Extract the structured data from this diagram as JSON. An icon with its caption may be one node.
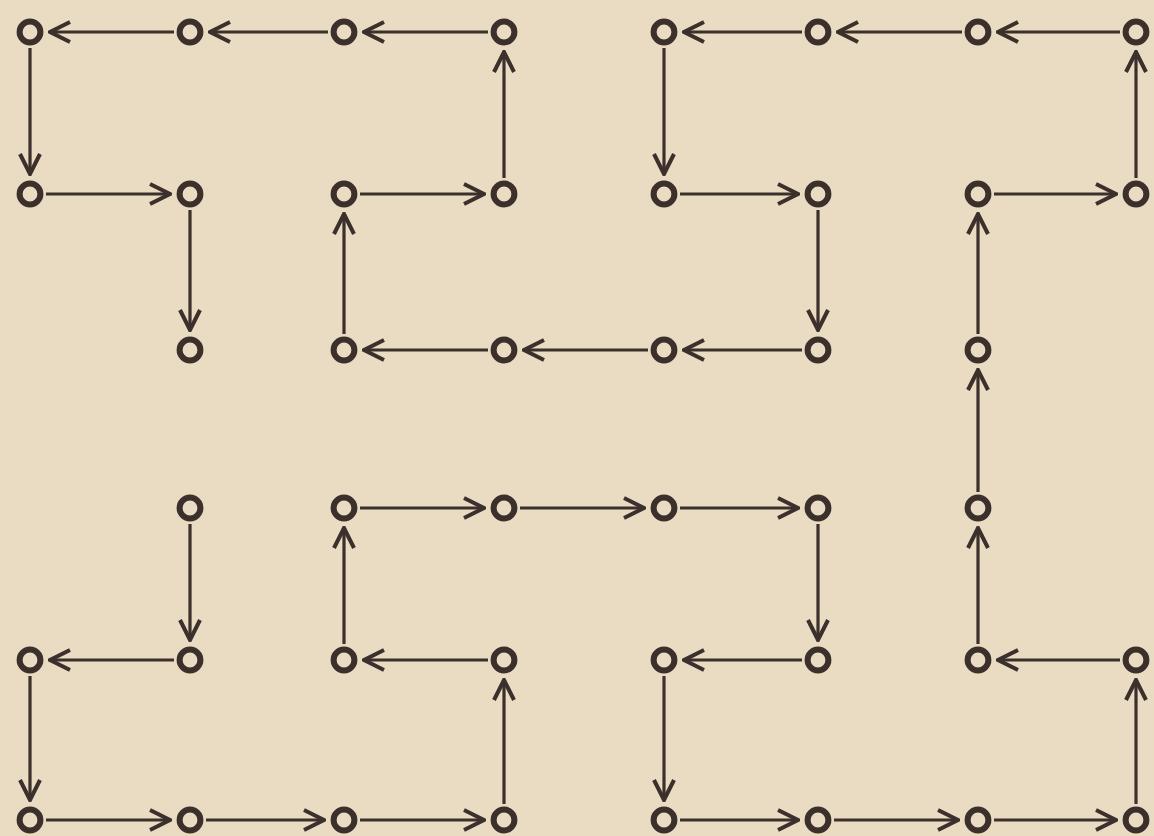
{
  "diagram": {
    "nodes": [
      {
        "text": [],
        "shape": "circle"
      },
      {
        "text": [],
        "shape": "circle"
      },
      {
        "text": [],
        "shape": "circle"
      },
      {
        "text": [],
        "shape": "circle"
      },
      {
        "text": [],
        "shape": "circle"
      },
      {
        "text": [],
        "shape": "circle"
      },
      {
        "text": [],
        "shape": "circle"
      },
      {
        "text": [],
        "shape": "circle"
      },
      {
        "text": [],
        "shape": "circle"
      },
      {
        "text": [],
        "shape": "circle"
      },
      {
        "text": [],
        "shape": "circle"
      },
      {
        "text": [],
        "shape": "circle"
      },
      {
        "text": [],
        "shape": "circle"
      },
      {
        "text": [],
        "shape": "circle"
      },
      {
        "text": [],
        "shape": "circle"
      },
      {
        "text": [],
        "shape": "circle"
      },
      {
        "text": [],
        "shape": "circle"
      },
      {
        "text": [],
        "shape": "circle"
      },
      {
        "text": [],
        "shape": "circle"
      },
      {
        "text": [],
        "shape": "circle"
      },
      {
        "text": [],
        "shape": "circle"
      },
      {
        "text": [],
        "shape": "circle"
      },
      {
        "text": [],
        "shape": "circle"
      },
      {
        "text": [],
        "shape": "circle"
      },
      {
        "text": [],
        "shape": "circle"
      },
      {
        "text": [],
        "shape": "circle"
      },
      {
        "text": [],
        "shape": "circle"
      },
      {
        "text": [],
        "shape": "circle"
      },
      {
        "text": [],
        "shape": "circle"
      },
      {
        "text": [],
        "shape": "circle"
      },
      {
        "text": [],
        "shape": "circle"
      },
      {
        "text": [],
        "shape": "circle"
      },
      {
        "text": [],
        "shape": "circle"
      },
      {
        "text": [],
        "shape": "circle"
      },
      {
        "text": [],
        "shape": "circle"
      },
      {
        "text": [],
        "shape": "circle"
      },
      {
        "text": [],
        "shape": "circle"
      },
      {
        "text": [],
        "shape": "circle"
      },
      {
        "text": [],
        "shape": "circle"
      },
      {
        "text": [],
        "shape": "circle"
      },
      {
        "text": [],
        "shape": "circle"
      },
      {
        "text": [],
        "shape": "circle"
      },
      {
        "text": [],
        "shape": "circle"
      },
      {
        "text": [],
        "shape": "circle"
      }
    ],
    "edges": [
      {
        "from": 1,
        "to": 0,
        "arrow": "to"
      },
      {
        "from": 2,
        "to": 1,
        "arrow": "to"
      },
      {
        "from": 3,
        "to": 2,
        "arrow": "to"
      },
      {
        "from": 5,
        "to": 4,
        "arrow": "to"
      },
      {
        "from": 6,
        "to": 5,
        "arrow": "to"
      },
      {
        "from": 7,
        "to": 6,
        "arrow": "to"
      },
      {
        "from": 0,
        "to": 8,
        "arrow": "to"
      },
      {
        "from": 11,
        "to": 3,
        "arrow": "to"
      },
      {
        "from": 4,
        "to": 12,
        "arrow": "to"
      },
      {
        "from": 15,
        "to": 7,
        "arrow": "to"
      },
      {
        "from": 8,
        "to": 9,
        "arrow": "to"
      },
      {
        "from": 10,
        "to": 11,
        "arrow": "to"
      },
      {
        "from": 12,
        "to": 13,
        "arrow": "to"
      },
      {
        "from": 14,
        "to": 15,
        "arrow": "to"
      },
      {
        "from": 9,
        "to": 16,
        "arrow": "to"
      },
      {
        "from": 17,
        "to": 10,
        "arrow": "to"
      },
      {
        "from": 13,
        "to": 20,
        "arrow": "to"
      },
      {
        "from": 21,
        "to": 14,
        "arrow": "to"
      },
      {
        "from": 18,
        "to": 17,
        "arrow": "to"
      },
      {
        "from": 19,
        "to": 18,
        "arrow": "to"
      },
      {
        "from": 20,
        "to": 19,
        "arrow": "to"
      },
      {
        "from": 27,
        "to": 21,
        "arrow": "to"
      },
      {
        "from": 23,
        "to": 24,
        "arrow": "to"
      },
      {
        "from": 24,
        "to": 25,
        "arrow": "to"
      },
      {
        "from": 25,
        "to": 26,
        "arrow": "to"
      },
      {
        "from": 22,
        "to": 29,
        "arrow": "to"
      },
      {
        "from": 30,
        "to": 23,
        "arrow": "to"
      },
      {
        "from": 26,
        "to": 33,
        "arrow": "to"
      },
      {
        "from": 34,
        "to": 27,
        "arrow": "to"
      },
      {
        "from": 29,
        "to": 28,
        "arrow": "to"
      },
      {
        "from": 31,
        "to": 30,
        "arrow": "to"
      },
      {
        "from": 33,
        "to": 32,
        "arrow": "to"
      },
      {
        "from": 35,
        "to": 34,
        "arrow": "to"
      },
      {
        "from": 28,
        "to": 36,
        "arrow": "to"
      },
      {
        "from": 39,
        "to": 31,
        "arrow": "to"
      },
      {
        "from": 32,
        "to": 40,
        "arrow": "to"
      },
      {
        "from": 43,
        "to": 35,
        "arrow": "to"
      },
      {
        "from": 36,
        "to": 37,
        "arrow": "to"
      },
      {
        "from": 37,
        "to": 38,
        "arrow": "to"
      },
      {
        "from": 38,
        "to": 39,
        "arrow": "to"
      },
      {
        "from": 40,
        "to": 41,
        "arrow": "to"
      },
      {
        "from": 41,
        "to": 42,
        "arrow": "to"
      },
      {
        "from": 42,
        "to": 43,
        "arrow": "to"
      }
    ]
  }
}
